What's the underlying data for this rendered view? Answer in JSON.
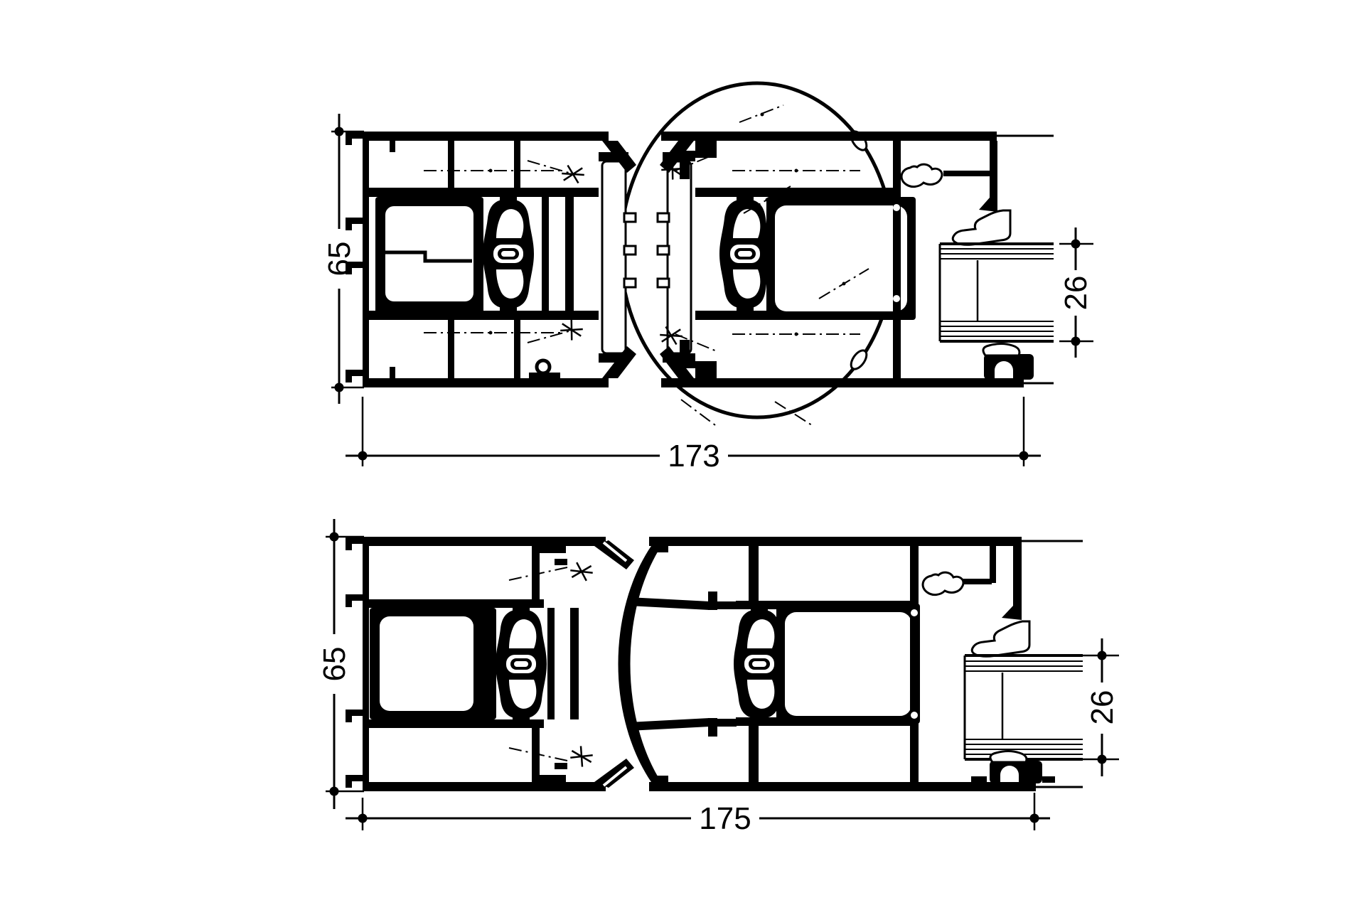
{
  "sheet": {
    "background": "#ffffff",
    "line_color": "#000000",
    "content": "aluminium-profile-cross-sections"
  },
  "top_section": {
    "height_mm": "65",
    "width_mm": "173",
    "glazing_mm": "26"
  },
  "bottom_section": {
    "height_mm": "65",
    "width_mm": "175",
    "glazing_mm": "26"
  }
}
